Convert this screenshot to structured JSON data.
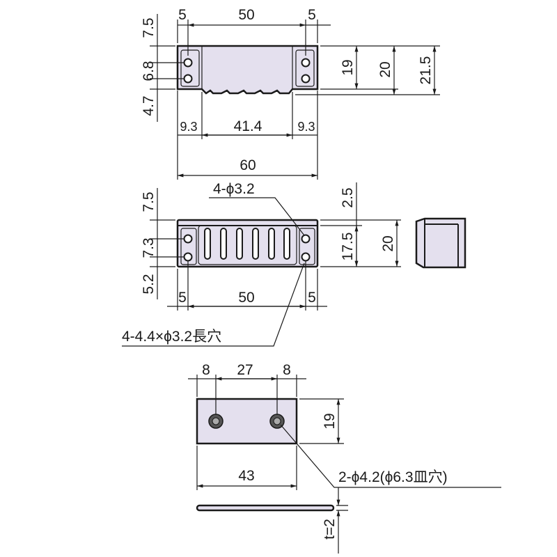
{
  "colors": {
    "part_fill": "#e4e0ee",
    "line": "#1a1a1a"
  },
  "top_view": {
    "dim_5_left": "5",
    "dim_50": "50",
    "dim_5_right": "5",
    "dim_7_5": "7.5",
    "dim_6_8": "6.8",
    "dim_4_7": "4.7",
    "dim_19": "19",
    "dim_20": "20",
    "dim_21_5": "21.5",
    "dim_9_3_left": "9.3",
    "dim_41_4": "41.4",
    "dim_9_3_right": "9.3",
    "dim_60": "60"
  },
  "front_view": {
    "note_holes": "4-ϕ3.2",
    "dim_7_5": "7.5",
    "dim_7_3": "7.3",
    "dim_5_2": "5.2",
    "dim_2_5": "2.5",
    "dim_17_5": "17.5",
    "dim_20": "20",
    "dim_5_left": "5",
    "dim_50": "50",
    "dim_5_right": "5",
    "note_slots": "4-4.4×ϕ3.2長穴"
  },
  "plate": {
    "dim_8_left": "8",
    "dim_27": "27",
    "dim_8_right": "8",
    "dim_19": "19",
    "dim_43": "43",
    "note_holes": "2-ϕ4.2(ϕ6.3皿穴)",
    "dim_thickness": "t=2"
  }
}
